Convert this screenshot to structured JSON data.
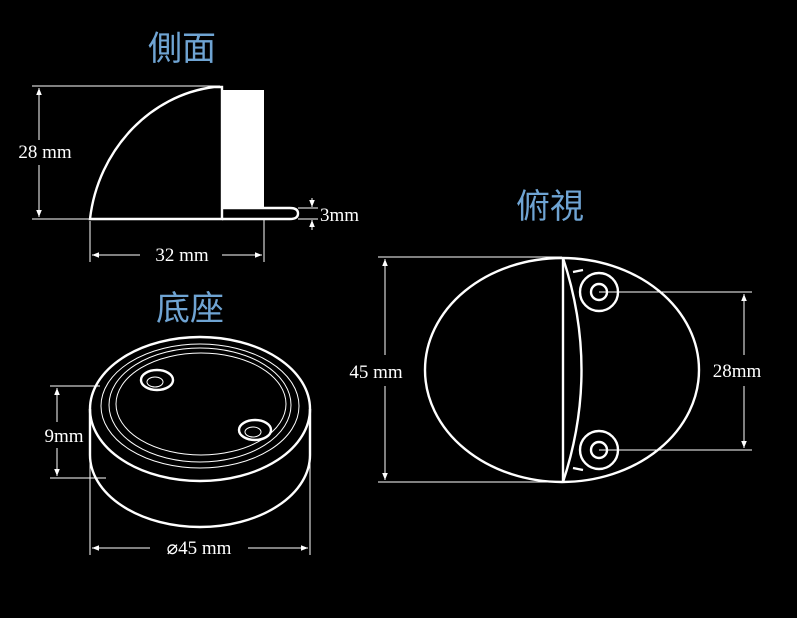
{
  "titles": {
    "side": "側面",
    "top": "俯視",
    "base": "底座"
  },
  "dimensions": {
    "side_height": "28 mm",
    "side_plate": "3mm",
    "side_width": "32 mm",
    "top_height": "45 mm",
    "top_holes": "28mm",
    "base_height": "9mm",
    "base_diameter": "⌀45 mm"
  },
  "colors": {
    "background": "#000000",
    "title": "#6fa4d3",
    "line": "#ffffff"
  }
}
